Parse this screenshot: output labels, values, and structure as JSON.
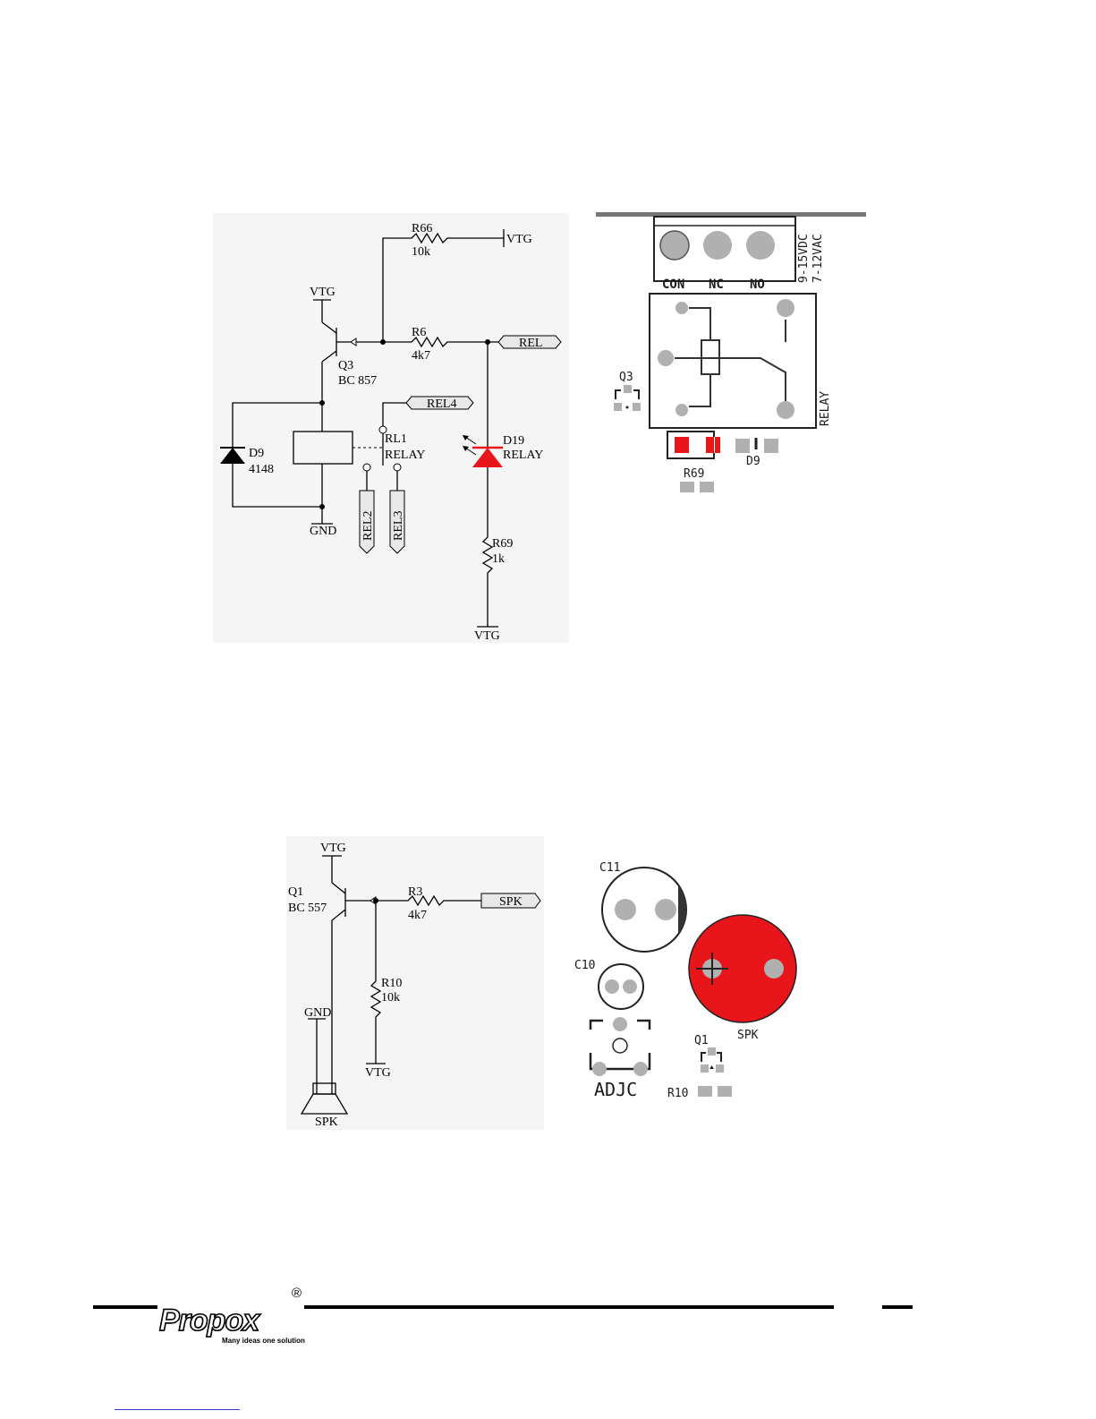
{
  "relay_schematic": {
    "r66": {
      "ref": "R66",
      "value": "10k"
    },
    "r6": {
      "ref": "R6",
      "value": "4k7"
    },
    "vtg": "VTG",
    "q3": {
      "ref": "Q3",
      "value": "BC 857"
    },
    "rel_port": "REL",
    "rel4_port": "REL4",
    "rl1": {
      "ref": "RL1",
      "value": "RELAY"
    },
    "d9": {
      "ref": "D9",
      "value": "4148"
    },
    "d19": {
      "ref": "D19",
      "value": "RELAY"
    },
    "gnd": "GND",
    "rel2_port": "REL2",
    "rel3_port": "REL3",
    "r69": {
      "ref": "R69",
      "value": "1k"
    }
  },
  "relay_pcb": {
    "terminals": [
      "CON",
      "NC",
      "NO"
    ],
    "supply_line1": "9-15VDC",
    "supply_line2": "7-12VAC",
    "relay_label": "RELAY",
    "q3": "Q3",
    "r69": "R69",
    "d9": "D9",
    "colors": {
      "highlight": "#e8161b",
      "pad": "#b0b0b0"
    }
  },
  "speaker_schematic": {
    "vtg": "VTG",
    "q1": {
      "ref": "Q1",
      "value": "BC 557"
    },
    "r3": {
      "ref": "R3",
      "value": "4k7"
    },
    "spk_port": "SPK",
    "r10": {
      "ref": "R10",
      "value": "10k"
    },
    "gnd": "GND",
    "spk": "SPK"
  },
  "speaker_pcb": {
    "c11": "C11",
    "c10": "C10",
    "spk": "SPK",
    "q1": "Q1",
    "adjc": "ADJC",
    "r10": "R10"
  },
  "footer": {
    "logo": "Propox",
    "registered": "®",
    "tagline": "Many ideas one solution"
  }
}
